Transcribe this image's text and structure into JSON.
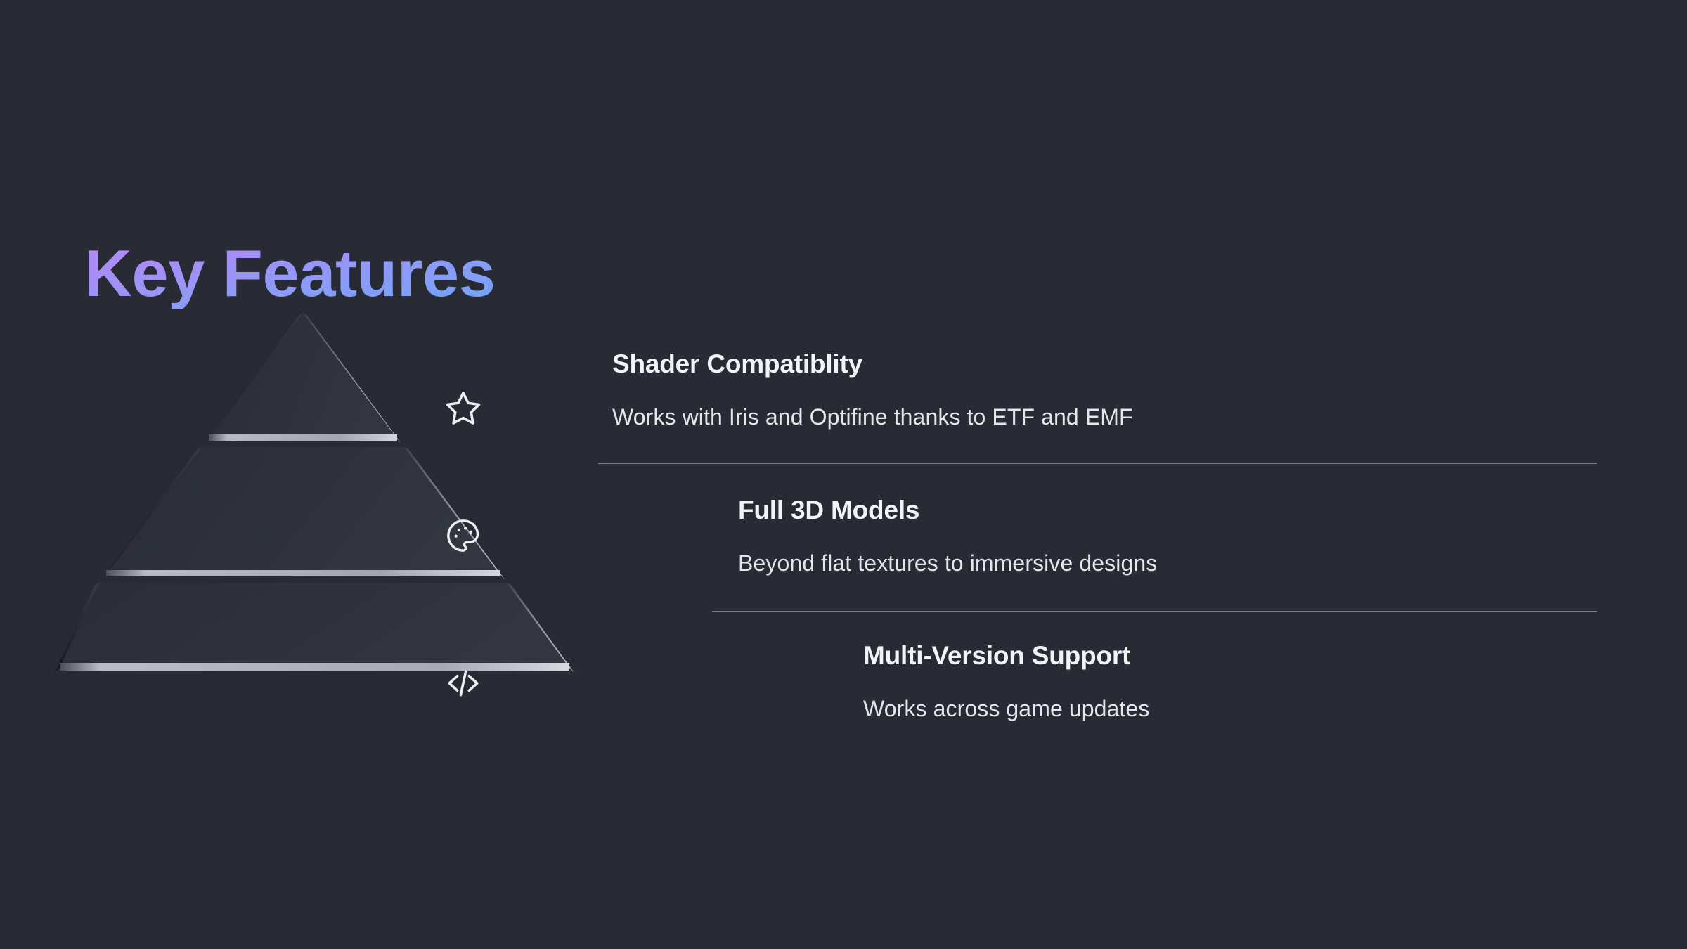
{
  "slide": {
    "title": "Key Features",
    "background_color": "#282b34",
    "title_gradient_from": "#b28cf5",
    "title_gradient_to": "#6fa4f8"
  },
  "pyramid": {
    "shape": "triangle",
    "slice_count": 3,
    "fill_color": "#2c2f38",
    "highlight_color": "#b9bcc6",
    "shadow_color": "#1b1d24"
  },
  "features": [
    {
      "icon": "star-icon",
      "heading": "Shader Compatiblity",
      "description": "Works with Iris and Optifine thanks to ETF and EMF"
    },
    {
      "icon": "palette-icon",
      "heading": "Full 3D Models",
      "description": "Beyond flat textures to immersive designs"
    },
    {
      "icon": "code-icon",
      "heading": "Multi-Version Support",
      "description": "Works across game updates"
    }
  ],
  "dividers": {
    "color": "#868b99"
  }
}
